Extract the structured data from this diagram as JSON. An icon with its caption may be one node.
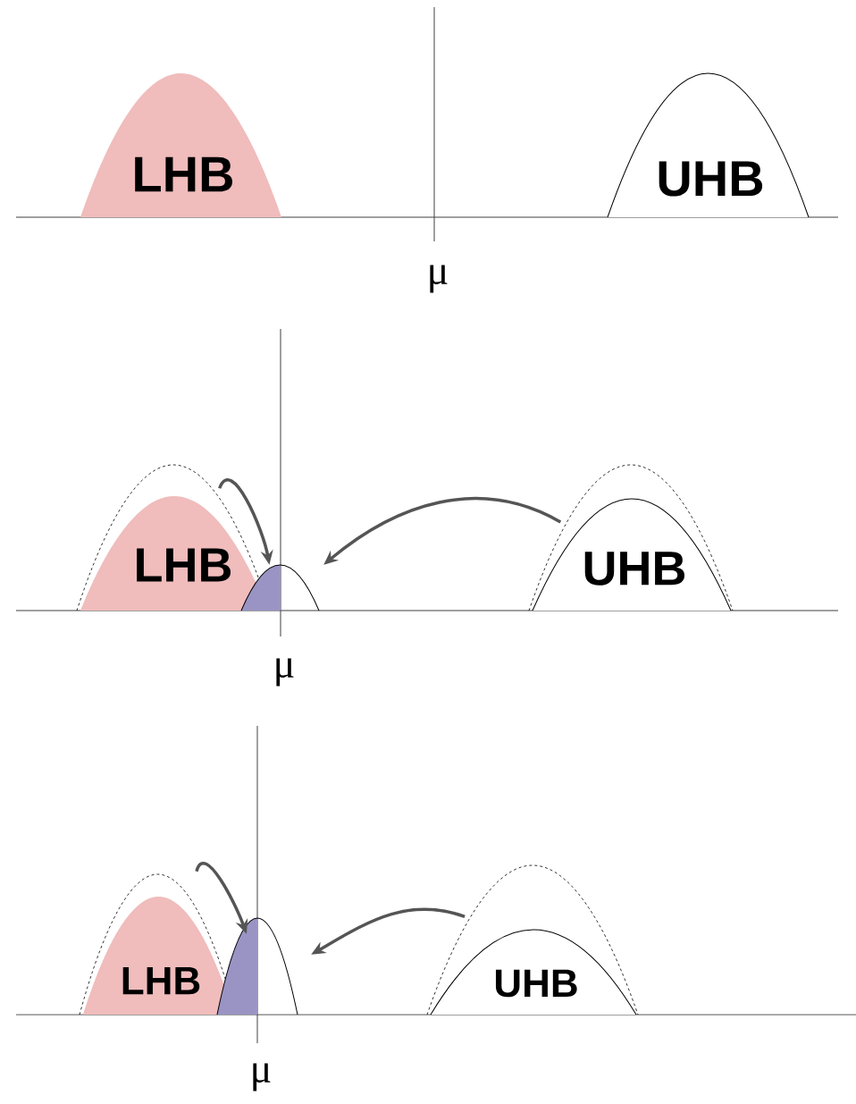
{
  "diagram": {
    "nodes": [
      {
        "text": [
          "LHB"
        ]
      },
      {
        "text": [
          "UHB"
        ]
      },
      {
        "text": [
          "LHB"
        ]
      },
      {
        "text": [
          "UHB"
        ]
      },
      {
        "text": [],
        "shape": "dome"
      },
      {
        "text": [
          "LHB"
        ]
      },
      {
        "text": [
          "UHB"
        ]
      },
      {
        "text": [],
        "shape": "dome"
      }
    ],
    "edges": [
      {
        "from": 2,
        "to": 4,
        "arrow": "to"
      },
      {
        "from": 3,
        "to": 4,
        "arrow": "to"
      },
      {
        "from": 5,
        "to": 7,
        "arrow": "to"
      },
      {
        "from": 6,
        "to": 7,
        "arrow": "to"
      }
    ],
    "labels": [
      "μ",
      "μ",
      "μ"
    ]
  }
}
